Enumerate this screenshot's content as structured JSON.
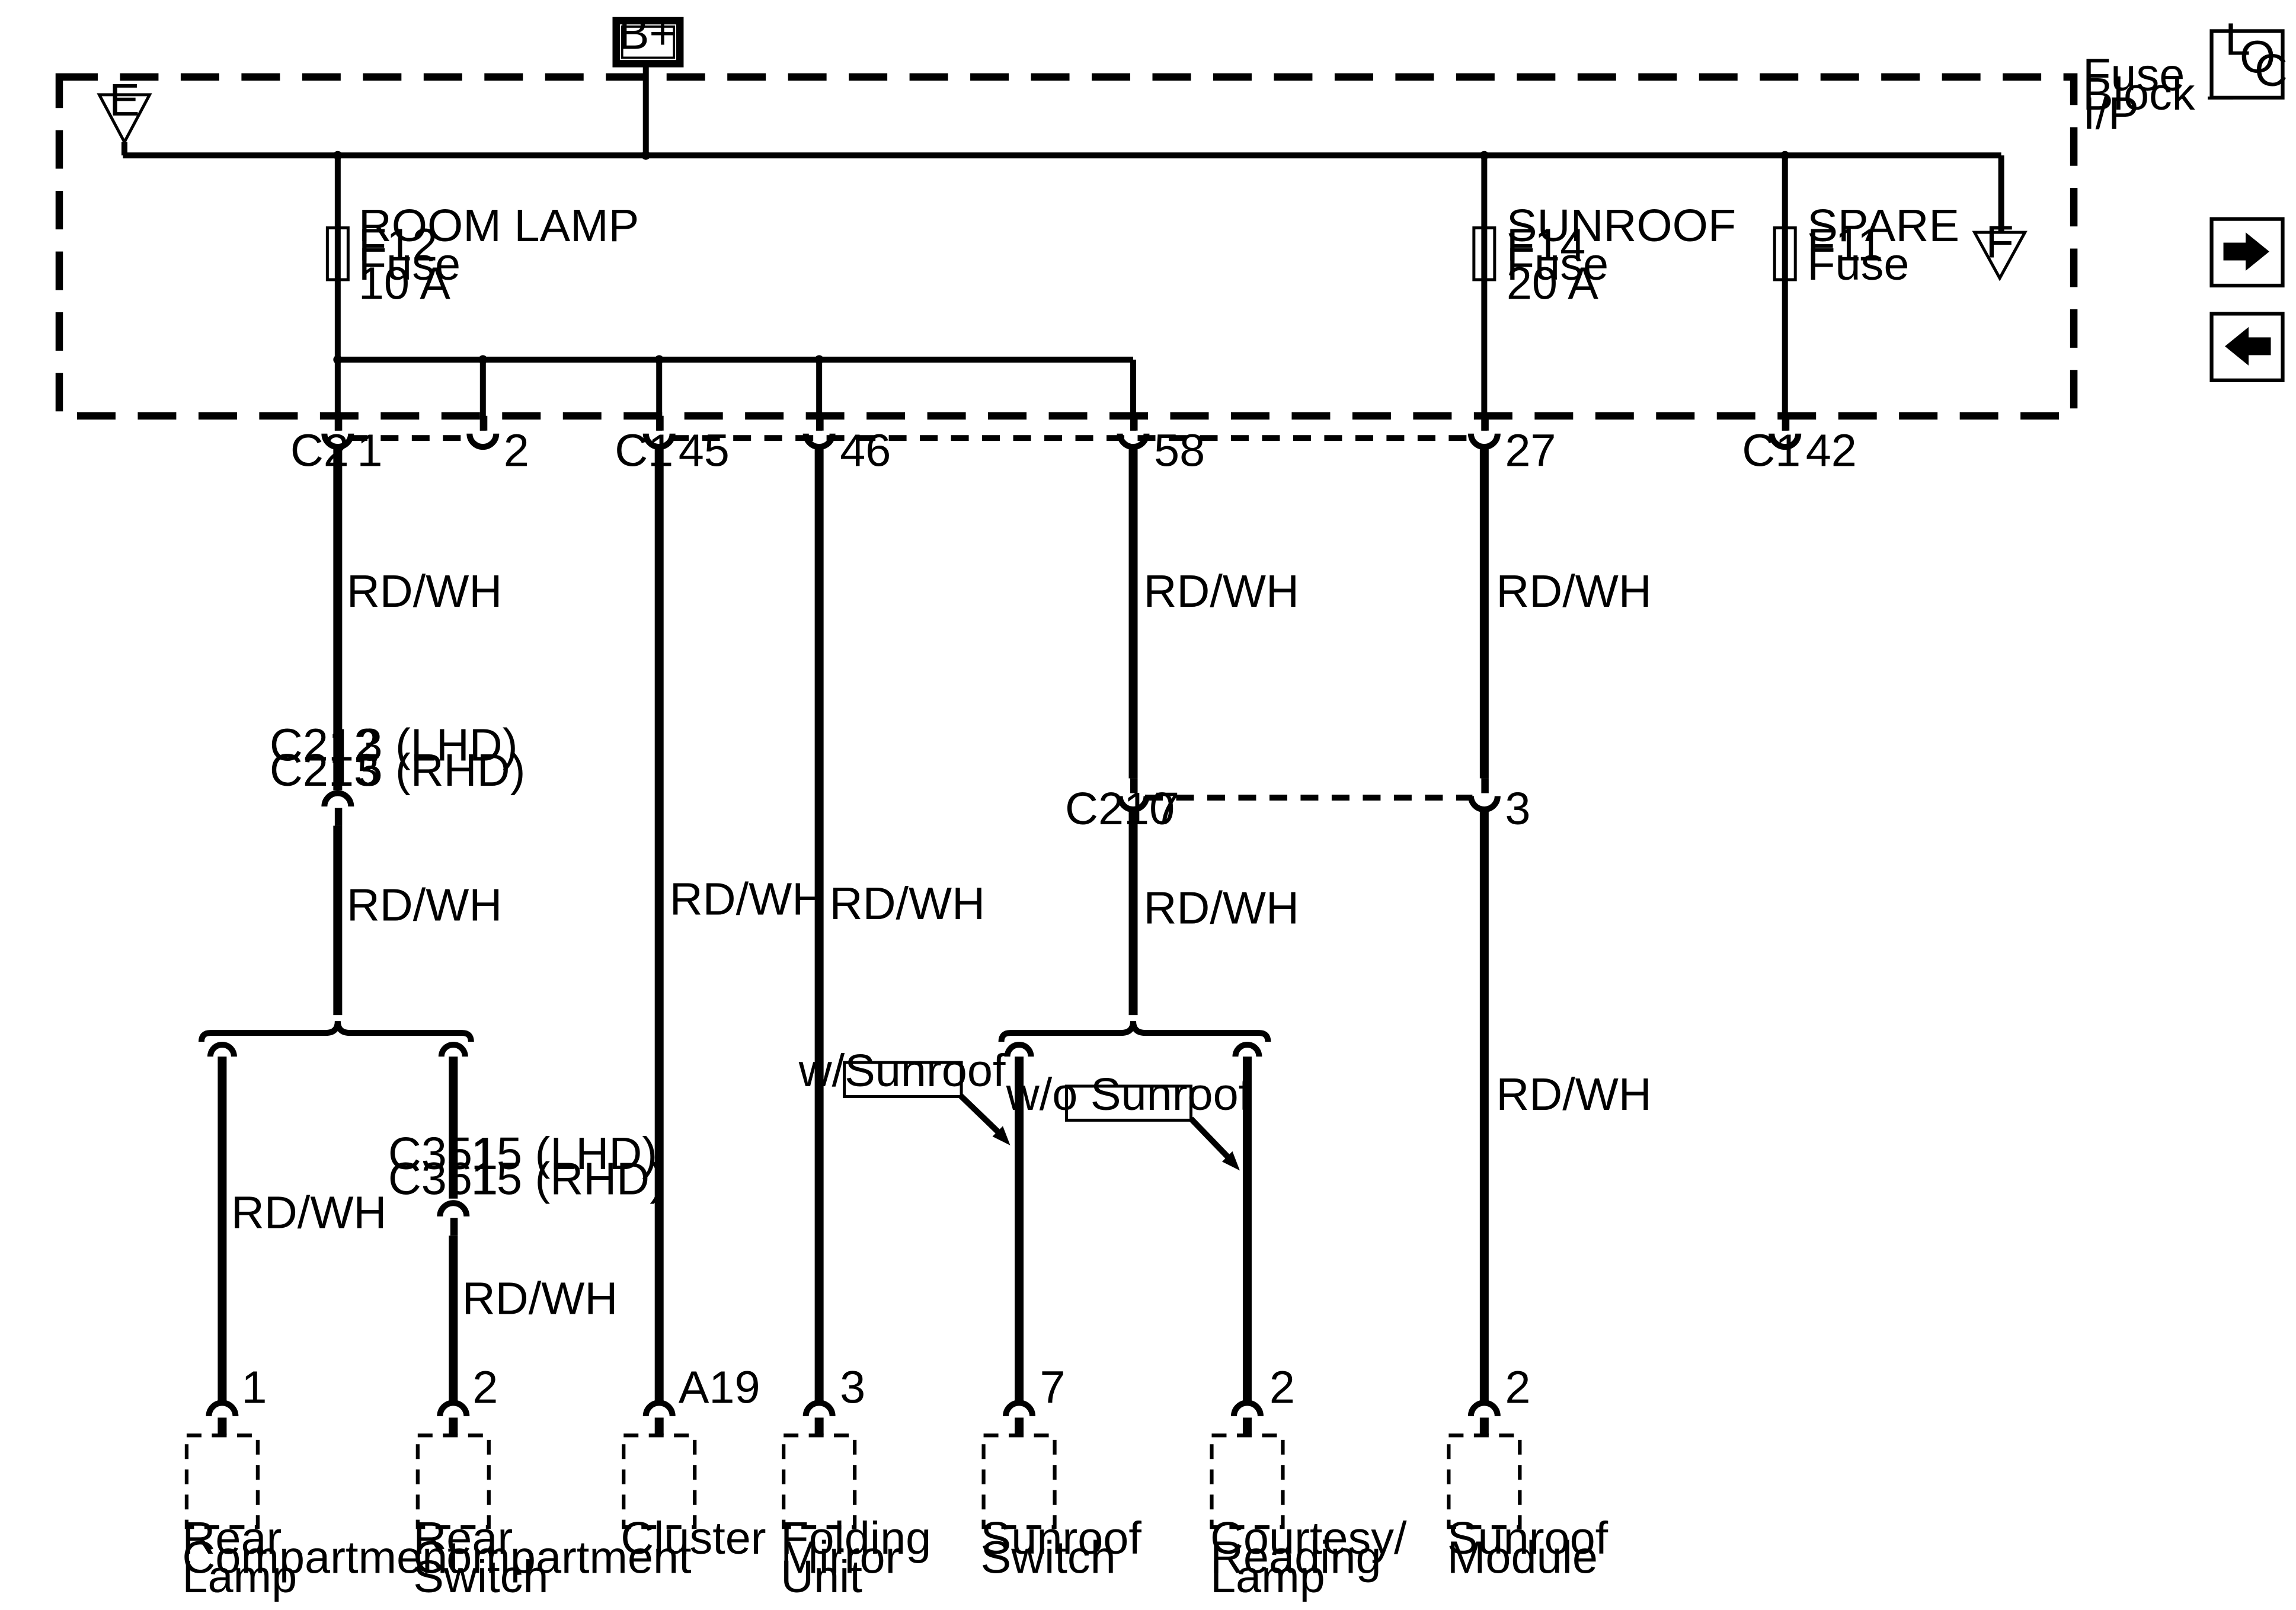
{
  "fuse_block": {
    "label_1": "Fuse",
    "label_2": "Block –",
    "label_3": "I/P"
  },
  "power": {
    "label": "B+"
  },
  "offpage": {
    "left": "E",
    "right": "F"
  },
  "loc": {
    "l": "L",
    "o": "O",
    "c": "C"
  },
  "fuses": [
    {
      "name": "ROOM LAMP",
      "id": "F12",
      "type": "Fuse",
      "rating": "10 A"
    },
    {
      "name": "SUNROOF",
      "id": "F14",
      "type": "Fuse",
      "rating": "20 A"
    },
    {
      "name": "SPARE",
      "id": "F11",
      "type": "Fuse",
      "rating": ""
    }
  ],
  "connectors": {
    "c2": "C2",
    "c2_pin1": "1",
    "c2_pin2": "2",
    "c1a": "C1",
    "c1_pin45": "45",
    "c1_pin46": "46",
    "c1_pin58": "58",
    "c1_pin27": "27",
    "c1b": "C1",
    "c1_pin42": "42",
    "c212": "C212",
    "c213": "C213",
    "c212_pin": "3 (LHD)",
    "c213_pin": "5 (RHD)",
    "c210": "C210",
    "c210_pin7": "7",
    "c210_pin3": "3",
    "c351": "C351",
    "c361": "C361",
    "c351_pin": "15 (LHD)",
    "c361_pin": "15 (RHD)"
  },
  "wire_color": "RD/WH",
  "options": {
    "with_sunroof": "w/Sunroof",
    "without_sunroof": "w/o Sunroof"
  },
  "components": [
    {
      "pin": "1",
      "lines": [
        "Rear",
        "Compartment",
        "Lamp"
      ]
    },
    {
      "pin": "2",
      "lines": [
        "Rear",
        "Compartment",
        "Switch"
      ]
    },
    {
      "pin": "A19",
      "lines": [
        "Cluster"
      ]
    },
    {
      "pin": "3",
      "lines": [
        "Folding",
        "Mirror",
        "Unit"
      ]
    },
    {
      "pin": "7",
      "lines": [
        "Sunroof",
        "Switch"
      ]
    },
    {
      "pin": "2",
      "lines": [
        "Courtesy/",
        "Reading",
        "Lamp"
      ]
    },
    {
      "pin": "2",
      "lines": [
        "Sunroof",
        "Module"
      ]
    }
  ]
}
